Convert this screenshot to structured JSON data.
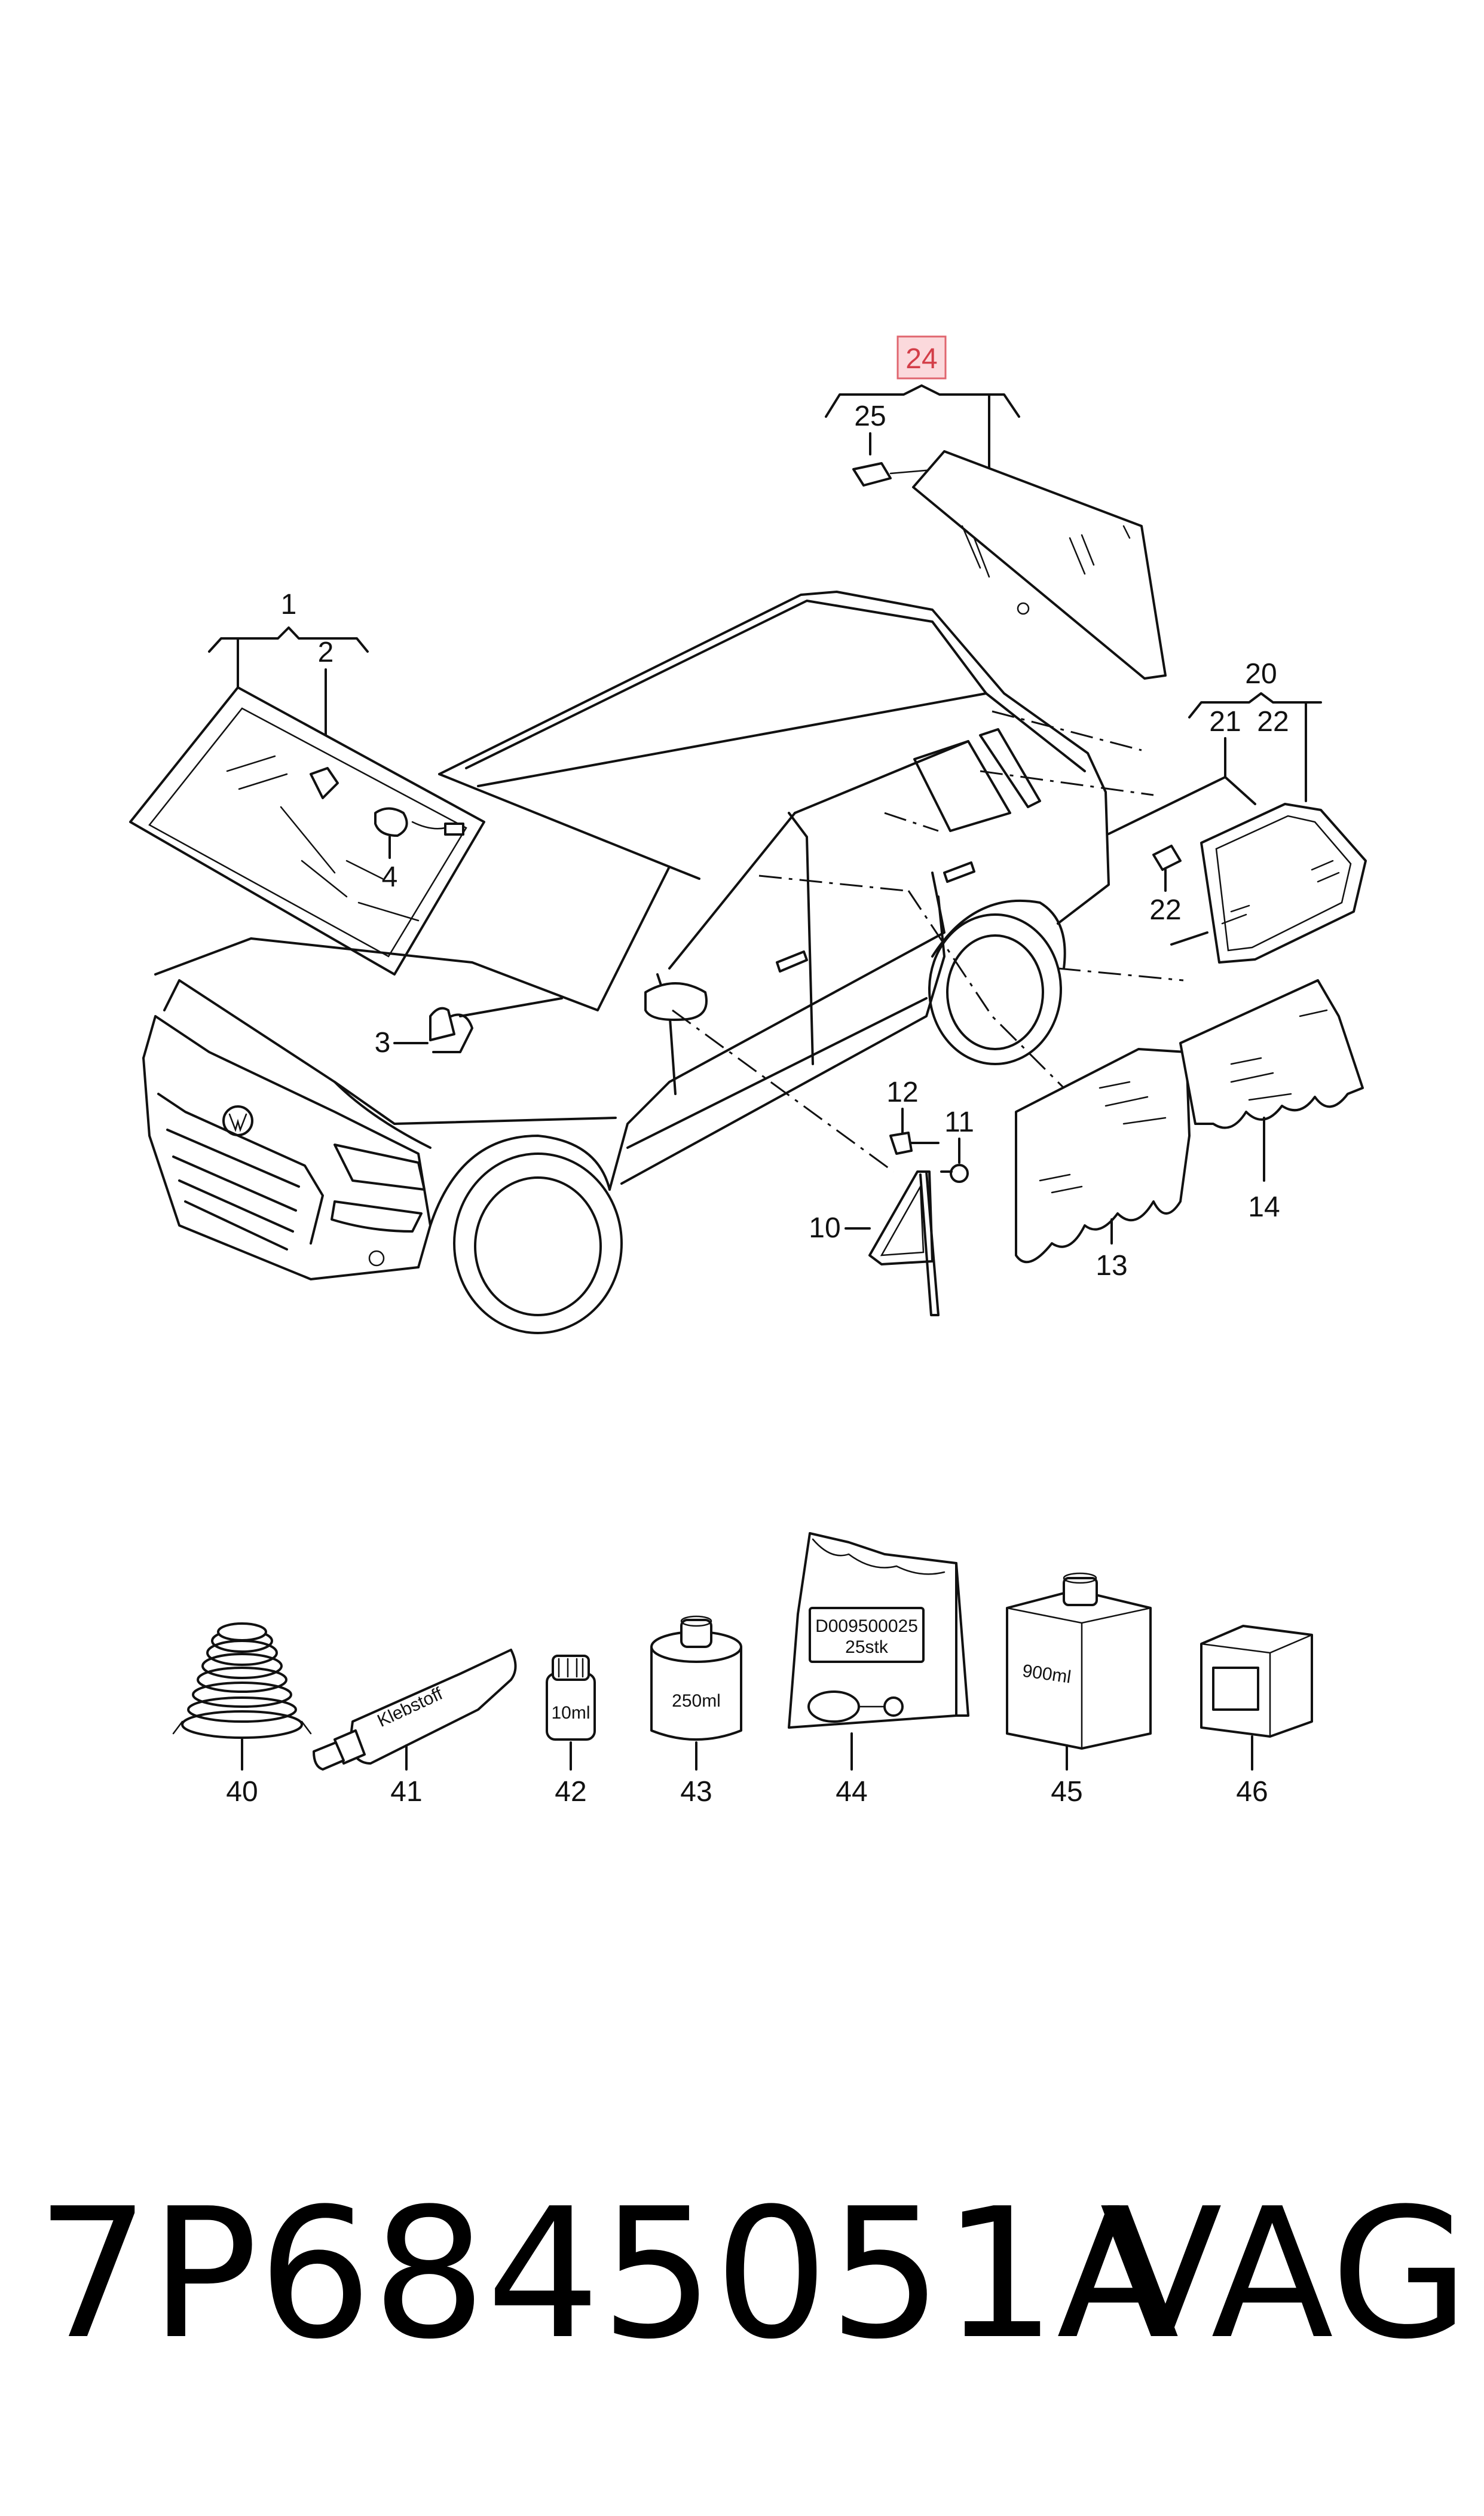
{
  "callouts": {
    "c1": "1",
    "c2": "2",
    "c3": "3",
    "c4": "4",
    "c10": "10",
    "c11": "11",
    "c12": "12",
    "c13": "13",
    "c14": "14",
    "c20": "20",
    "c21": "21",
    "c22a": "22",
    "c22b": "22",
    "c24": "24",
    "c25": "25",
    "c40": "40",
    "c41": "41",
    "c42": "42",
    "c43": "43",
    "c44": "44",
    "c45": "45",
    "c46": "46"
  },
  "product_labels": {
    "tube": "Klebstoff",
    "bottle_small": "10ml",
    "can": "250ml",
    "bag_line1": "D009500025",
    "bag_line2": "25stk",
    "jug": "900ml"
  },
  "highlight_color": "#fbd9dc",
  "footer": {
    "part_number": "7P6845051A",
    "brand": "VAG"
  }
}
